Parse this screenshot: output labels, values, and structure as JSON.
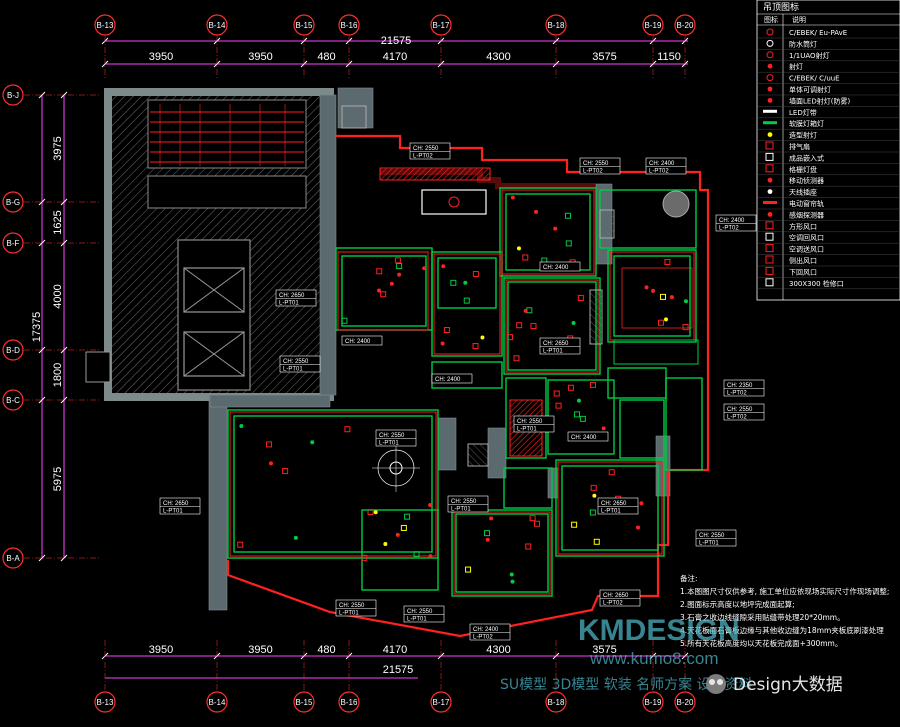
{
  "grid": {
    "columns": [
      "B-13",
      "B-14",
      "B-15",
      "B-16",
      "B-17",
      "B-18",
      "B-19",
      "B-20"
    ],
    "rows": [
      "B-J",
      "B-G",
      "B-F",
      "B-D",
      "B-C",
      "B-A"
    ]
  },
  "dims": {
    "top_total": "21575",
    "top_segments": [
      "3950",
      "3950",
      "480",
      "4170",
      "4300",
      "3575",
      "1150"
    ],
    "bottom_total": "21575",
    "bottom_segments": [
      "3950",
      "3950",
      "480",
      "4170",
      "4300",
      "3575"
    ],
    "left_total": "17375",
    "left_segments": [
      "3975",
      "1625",
      "4000",
      "1800",
      "5975"
    ]
  },
  "legend": {
    "title": "吊顶图标",
    "header_icon": "图标",
    "header_desc": "说明",
    "items": [
      "C/EBEK/ Eu-PAvE",
      "防水筒灯",
      "1/1UAO射灯",
      "射灯",
      "C/EBEK/ C/uuE",
      "单体可调射灯",
      "墙面LED射灯(防雾)",
      "LED灯带",
      "软膜灯箱灯",
      "造型射灯",
      "排气扇",
      "成品嵌入式",
      "格栅灯盘",
      "移动侦测器",
      "天线插座",
      "电动窗帘轨",
      "感烟探测器",
      "方形风口",
      "空调回风口",
      "空调送风口",
      "侧出风口",
      "下回风口",
      "300X300 检修口"
    ]
  },
  "ceiling_tags": [
    {
      "ch": "CH: 2550",
      "code": "L-PT02"
    },
    {
      "ch": "CH: 2550",
      "code": "L-PT02"
    },
    {
      "ch": "CH: 2400",
      "code": "L-PT02"
    },
    {
      "ch": "CH: 2400",
      "code": "L-PT02"
    },
    {
      "ch": "CH: 2650",
      "code": "L-PT01"
    },
    {
      "ch": "CH: 2400",
      "code": ""
    },
    {
      "ch": "CH: 2400",
      "code": ""
    },
    {
      "ch": "CH: 2550",
      "code": "L-PT01"
    },
    {
      "ch": "CH: 2400",
      "code": ""
    },
    {
      "ch": "CH: 2650",
      "code": "L-PT01"
    },
    {
      "ch": "CH: 2550",
      "code": "L-PT01"
    },
    {
      "ch": "CH: 2400",
      "code": ""
    },
    {
      "ch": "CH: 2650",
      "code": "L-PT01"
    },
    {
      "ch": "CH: 2550",
      "code": "L-PT01"
    },
    {
      "ch": "CH: 2350",
      "code": "L-PT02"
    },
    {
      "ch": "CH: 2550",
      "code": "L-PT02"
    },
    {
      "ch": "CH: 2650",
      "code": "L-PT01"
    },
    {
      "ch": "CH: 2550",
      "code": "L-PT01"
    },
    {
      "ch": "CH: 2550",
      "code": "L-PT01"
    },
    {
      "ch": "CH: 2550",
      "code": "L-PT01"
    },
    {
      "ch": "CH: 2400",
      "code": "L-PT02"
    },
    {
      "ch": "CH: 2650",
      "code": "L-PT02"
    },
    {
      "ch": "CH: 2550",
      "code": "L-PT01"
    }
  ],
  "notes": {
    "title": "备注:",
    "lines": [
      "1.本图图尺寸仅供参考, 施工单位应依现场实际尺寸作现场调整;",
      "2.图面标示高度以地坪完成面起算;",
      "3.石膏之收边线缝隙采用贴缝带处理20*20mm。",
      "4.天花板面石膏板边缘与其他收边缝为18mm夹板底刷漆处理",
      "5.所有天花板高度均以天花板完成面+300mm。"
    ]
  },
  "watermark": {
    "brand": "KMDESIGN",
    "url": "www.kumo8.com",
    "tagline": "SU模型 3D模型 软装 名师方案 设计资料",
    "badge": "Design大数据"
  },
  "colors": {
    "background": "#000000",
    "column": "#5a6a6e",
    "wall_green": "#00cc44",
    "wall_red": "#ff2020",
    "dim": "#ff40ff",
    "grid_axis": "#ff3030",
    "watermark": "#4fb8c8"
  }
}
